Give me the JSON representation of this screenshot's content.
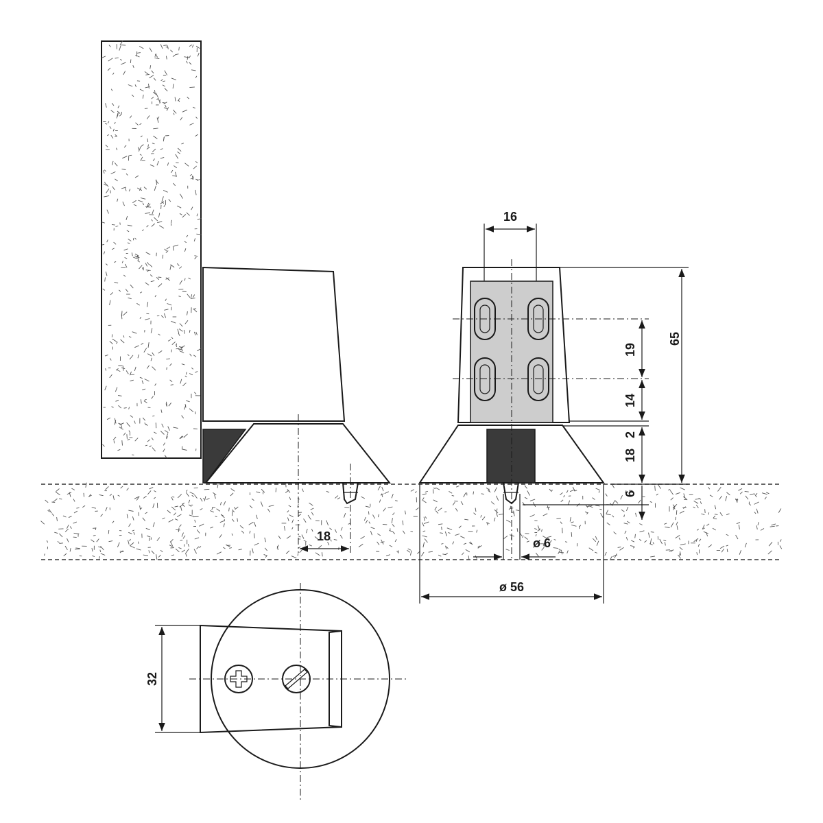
{
  "dimensions": {
    "width_top": "16",
    "height_total": "65",
    "slot_spacing": "19",
    "slot_to_base": "14",
    "gap": "2",
    "base_height": "18",
    "pin_depth": "6",
    "pin_offset": "18",
    "pin_diameter": "ø 6",
    "base_diameter": "ø 56",
    "plan_width": "32"
  },
  "colors": {
    "line": "#1a1a1a",
    "wood_fill": "#ffffff",
    "speckle": "#555555",
    "metal_light": "#f2f2f2",
    "metal_mid": "#c8c8c8",
    "metal_dark": "#8e8e8e",
    "rubber": "#3a3a3a"
  }
}
